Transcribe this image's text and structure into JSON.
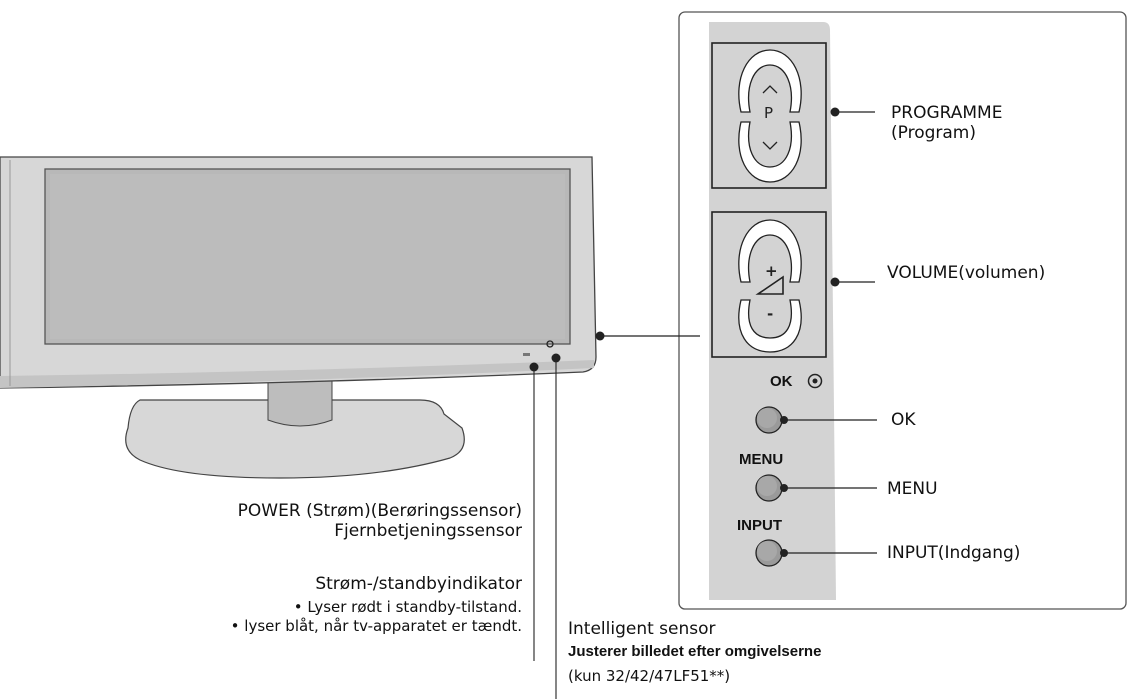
{
  "colors": {
    "panel_fill": "#d3d3d3",
    "tv_fill": "#d7d7d7",
    "line": "#222222",
    "background": "#ffffff"
  },
  "panel": {
    "p_symbol": "P",
    "plus_symbol": "+",
    "minus_symbol": "-",
    "ok_caption": "OK",
    "menu_caption": "MENU",
    "input_caption": "INPUT"
  },
  "callouts": {
    "programme": [
      "PROGRAMME",
      "(Program)"
    ],
    "volume": "VOLUME(volumen)",
    "ok": "OK",
    "menu": "MENU",
    "input": "INPUT(Indgang)",
    "power": [
      "POWER (Strøm)(Berøringssensor)",
      "Fjernbetjeningssensor"
    ],
    "indicator": {
      "title": "Strøm-/standbyindikator",
      "lines": [
        "• Lyser rødt i standby-tilstand.",
        "• lyser blåt, når tv-apparatet er tændt."
      ]
    },
    "intelligent": {
      "title": "Intelligent sensor",
      "line": "Justerer billedet efter omgivelserne",
      "model_note": "(kun 32/42/47LF51**)"
    }
  }
}
